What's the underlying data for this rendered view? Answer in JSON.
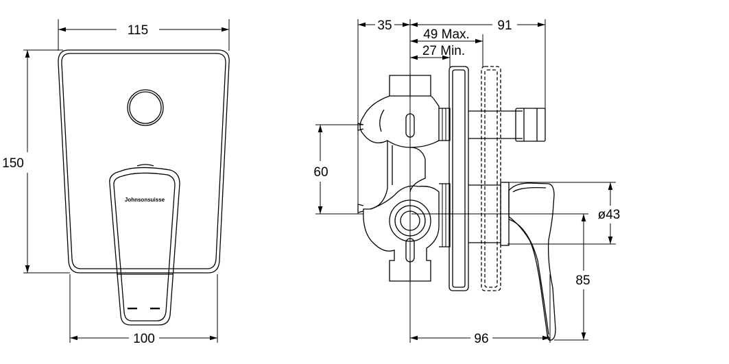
{
  "front_view": {
    "width_top": "115",
    "height": "150",
    "width_bottom": "100",
    "brand_mark": "Johnsonsuisse"
  },
  "side_view": {
    "depth_left": "35",
    "depth_right": "91",
    "depth_max": "49 Max.",
    "depth_min": "27 Min.",
    "inlet_spacing": "60",
    "diverter_diameter": "ø43",
    "lever_height": "85",
    "lever_reach": "96"
  },
  "colors": {
    "line": "#000000",
    "background": "#ffffff"
  }
}
